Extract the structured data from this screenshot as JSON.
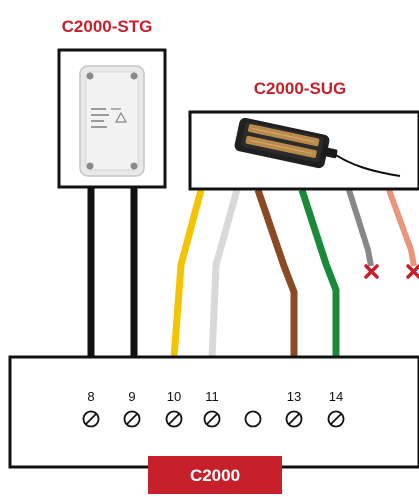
{
  "sensor_stg": {
    "title": "C2000-STG"
  },
  "sensor_sug": {
    "title": "C2000-SUG"
  },
  "controller": {
    "title": "C2000",
    "terminals": [
      {
        "label": "8"
      },
      {
        "label": "9"
      },
      {
        "label": "10"
      },
      {
        "label": "11"
      },
      {
        "label": ""
      },
      {
        "label": "13"
      },
      {
        "label": "14"
      }
    ]
  },
  "colors": {
    "accent_red": "#c8202a",
    "wire_black": "#111111",
    "wire_yellow": "#f5c400",
    "wire_white": "#d9d9d9",
    "wire_brown": "#8a4a25",
    "wire_green": "#1a8a3a",
    "wire_gray": "#888888",
    "wire_salmon": "#e8957a"
  },
  "icons": {
    "unused_wire_marker": "x-mark-icon",
    "terminal_screw": "screw-terminal-icon"
  }
}
